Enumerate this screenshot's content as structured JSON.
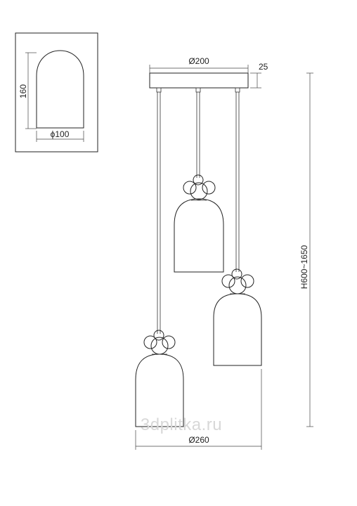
{
  "detail_box": {
    "height_label": "160",
    "width_label": "ϕ100"
  },
  "dimensions": {
    "canopy_diameter": "Ø200",
    "canopy_height": "25",
    "total_height": "H600~1650",
    "overall_diameter": "Ø260"
  },
  "watermark": "3dplitka.ru"
}
